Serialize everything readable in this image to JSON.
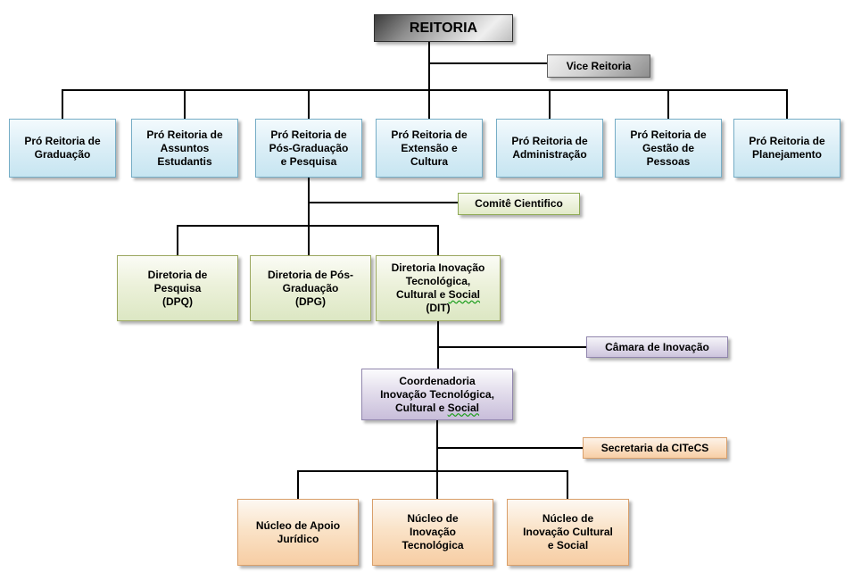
{
  "nodes": {
    "reitoria": "REITORIA",
    "vice_reitoria": "Vice Reitoria",
    "pro_reitorias": [
      "Pró Reitoria de\nGraduação",
      "Pró Reitoria de\nAssuntos\nEstudantis",
      "Pró Reitoria de\nPós-Graduação\ne Pesquisa",
      "Pró Reitoria de\nExtensão e\nCultura",
      "Pró Reitoria de\nAdministração",
      "Pró Reitoria de\nGestão de\nPessoas",
      "Pró Reitoria de\nPlanejamento"
    ],
    "comite_cientifico": "Comitê Cientifico",
    "diretoria_dpq": "Diretoria de\nPesquisa\n(DPQ)",
    "diretoria_dpg": "Diretoria de Pós-\nGraduação\n(DPG)",
    "diretoria_dit": {
      "pre": "Diretoria Inovação\nTecnológica,\nCultural e",
      "underlined": "Social",
      "post": "(DIT)"
    },
    "camara_inovacao": "Câmara de Inovação",
    "coordenadoria_citecs": {
      "pre": "Coordenadoria\nInovação Tecnológica,\nCultural e",
      "underlined": "Social"
    },
    "secretaria_citecs": "Secretaria da CITeCS",
    "nucleos": [
      "Núcleo de Apoio\nJurídico",
      "Núcleo de\nInovação\nTecnológica",
      "Núcleo de\nInovação Cultural\ne Social"
    ]
  },
  "hierarchy": {
    "REITORIA": [
      "Vice Reitoria",
      "Pró Reitoria de Graduação",
      "Pró Reitoria de Assuntos Estudantis",
      "Pró Reitoria de Pós-Graduação e Pesquisa",
      "Pró Reitoria de Extensão e Cultura",
      "Pró Reitoria de Administração",
      "Pró Reitoria de Gestão de Pessoas",
      "Pró Reitoria de Planejamento"
    ],
    "Pró Reitoria de Pós-Graduação e Pesquisa": [
      "Comitê Cientifico",
      "Diretoria de Pesquisa (DPQ)",
      "Diretoria de Pós-Graduação (DPG)",
      "Diretoria Inovação Tecnológica, Cultural e Social (DIT)"
    ],
    "Diretoria Inovação Tecnológica, Cultural e Social (DIT)": [
      "Câmara de Inovação",
      "Coordenadoria Inovação Tecnológica, Cultural e Social"
    ],
    "Coordenadoria Inovação Tecnológica, Cultural e Social": [
      "Secretaria da CITeCS",
      "Núcleo de Apoio Jurídico",
      "Núcleo de Inovação Tecnológica",
      "Núcleo de Inovação Cultural e Social"
    ]
  },
  "palette": {
    "root_fill_dark": "#3c3c3c",
    "root_fill_light": "#efefef",
    "gray_small_fill": "#8e8e8e",
    "pro_reitoria_fill": "#c6e5f1",
    "pro_reitoria_border": "#76adc6",
    "diretoria_fill": "#dce7c3",
    "diretoria_border": "#9ba75f",
    "coordenadoria_fill": "#c8beda",
    "coordenadoria_border": "#9186ad",
    "nucleo_fill": "#f7cda3",
    "nucleo_border": "#d99f6a",
    "connector": "#000000",
    "misspell_underline": "#1e9e1e"
  }
}
